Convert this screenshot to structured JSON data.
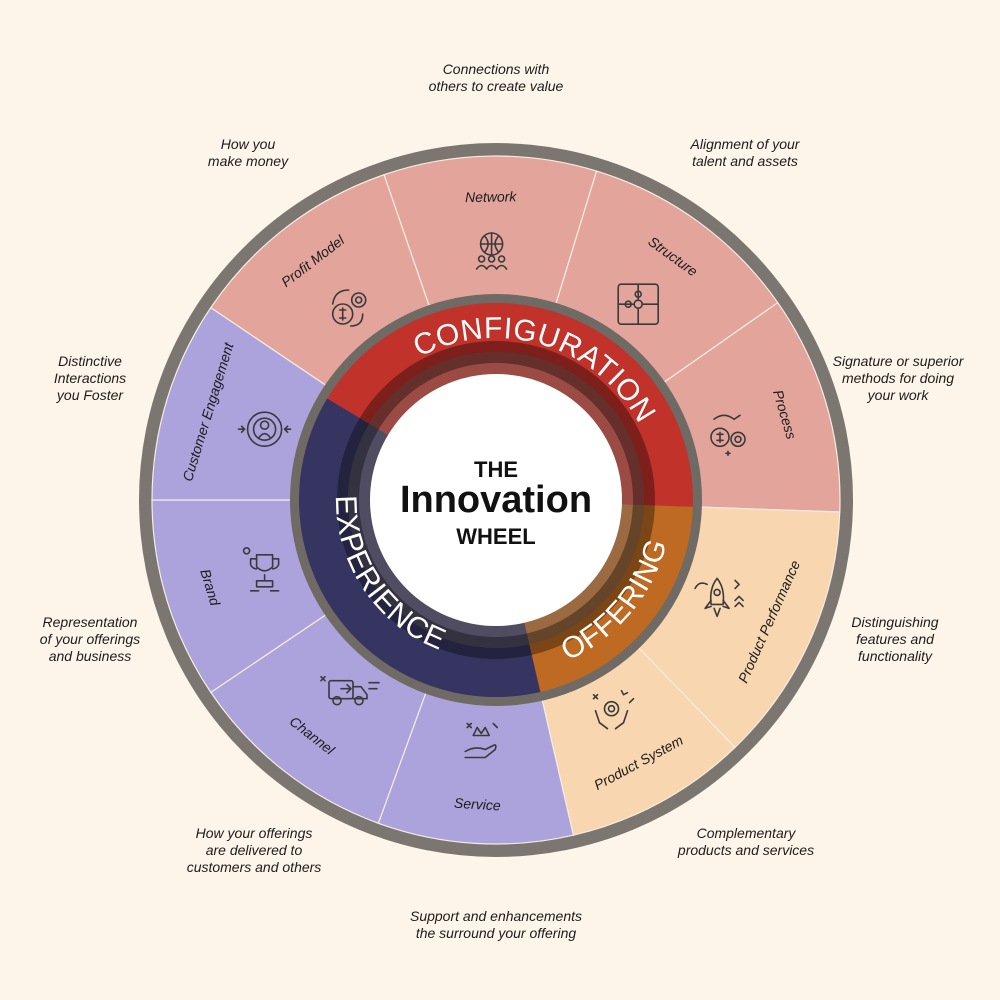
{
  "center": {
    "line1": "THE",
    "line2": "Innovation",
    "line3": "WHEEL"
  },
  "colors": {
    "background": "#fdf5e9",
    "configuration": "#c0322a",
    "offering": "#bf6a22",
    "experience": "#363562",
    "configuration_light": "#e3a59b",
    "offering_light": "#f8d6b0",
    "experience_light": "#aca3dc",
    "outer_ring": "#7b766f"
  },
  "categories": {
    "configuration": "CONFIGURATION",
    "offering": "OFFERING",
    "experience": "EXPERIENCE"
  },
  "segments": [
    {
      "label": "Network",
      "category": "configuration",
      "icon": "network-icon",
      "desc": [
        "Connections with",
        "others to create value"
      ]
    },
    {
      "label": "Structure",
      "category": "configuration",
      "icon": "puzzle-icon",
      "desc": [
        "Alignment of your",
        "talent and assets"
      ]
    },
    {
      "label": "Process",
      "category": "configuration",
      "icon": "process-icon",
      "desc": [
        "Signature or superior",
        "methods for doing",
        "your work"
      ]
    },
    {
      "label": "Product Performance",
      "category": "offering",
      "icon": "rocket-icon",
      "desc": [
        "Distinguishing",
        "features and",
        "functionality"
      ]
    },
    {
      "label": "Product System",
      "category": "offering",
      "icon": "product-system-icon",
      "desc": [
        "Complementary",
        "products and services"
      ]
    },
    {
      "label": "Service",
      "category": "experience",
      "icon": "service-icon",
      "desc": [
        "Support and enhancements",
        "the surround your offering"
      ]
    },
    {
      "label": "Channel",
      "category": "experience",
      "icon": "truck-icon",
      "desc": [
        "How your offerings",
        "are delivered to",
        "customers and others"
      ]
    },
    {
      "label": "Brand",
      "category": "experience",
      "icon": "trophy-icon",
      "desc": [
        "Representation",
        "of your offerings",
        "and business"
      ]
    },
    {
      "label": "Customer Engagement",
      "category": "experience",
      "icon": "target-person-icon",
      "desc": [
        "Distinctive",
        "Interactions",
        "you Foster"
      ]
    },
    {
      "label": "Profit Model",
      "category": "configuration",
      "icon": "money-gear-icon",
      "desc": [
        "How you",
        "make money"
      ]
    }
  ]
}
